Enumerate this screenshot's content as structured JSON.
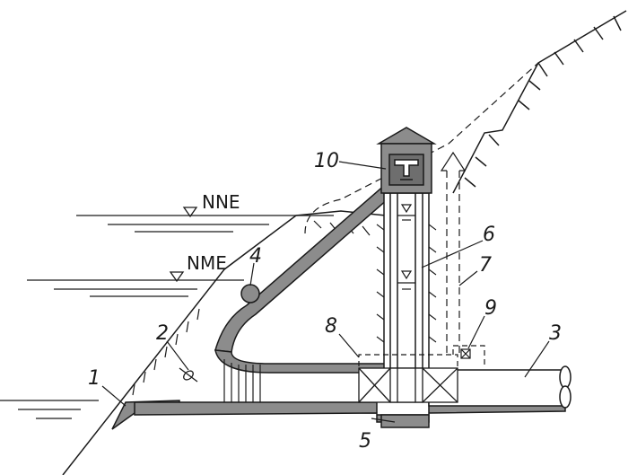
{
  "levels": {
    "upper": "NNE",
    "lower": "NME"
  },
  "callouts": [
    "1",
    "2",
    "3",
    "4",
    "5",
    "6",
    "7",
    "8",
    "9",
    "10"
  ],
  "colors": {
    "line": "#1a1a1a",
    "fill": "#8c8c8c",
    "dark_fill": "#6e6e6e",
    "background": "#ffffff"
  }
}
